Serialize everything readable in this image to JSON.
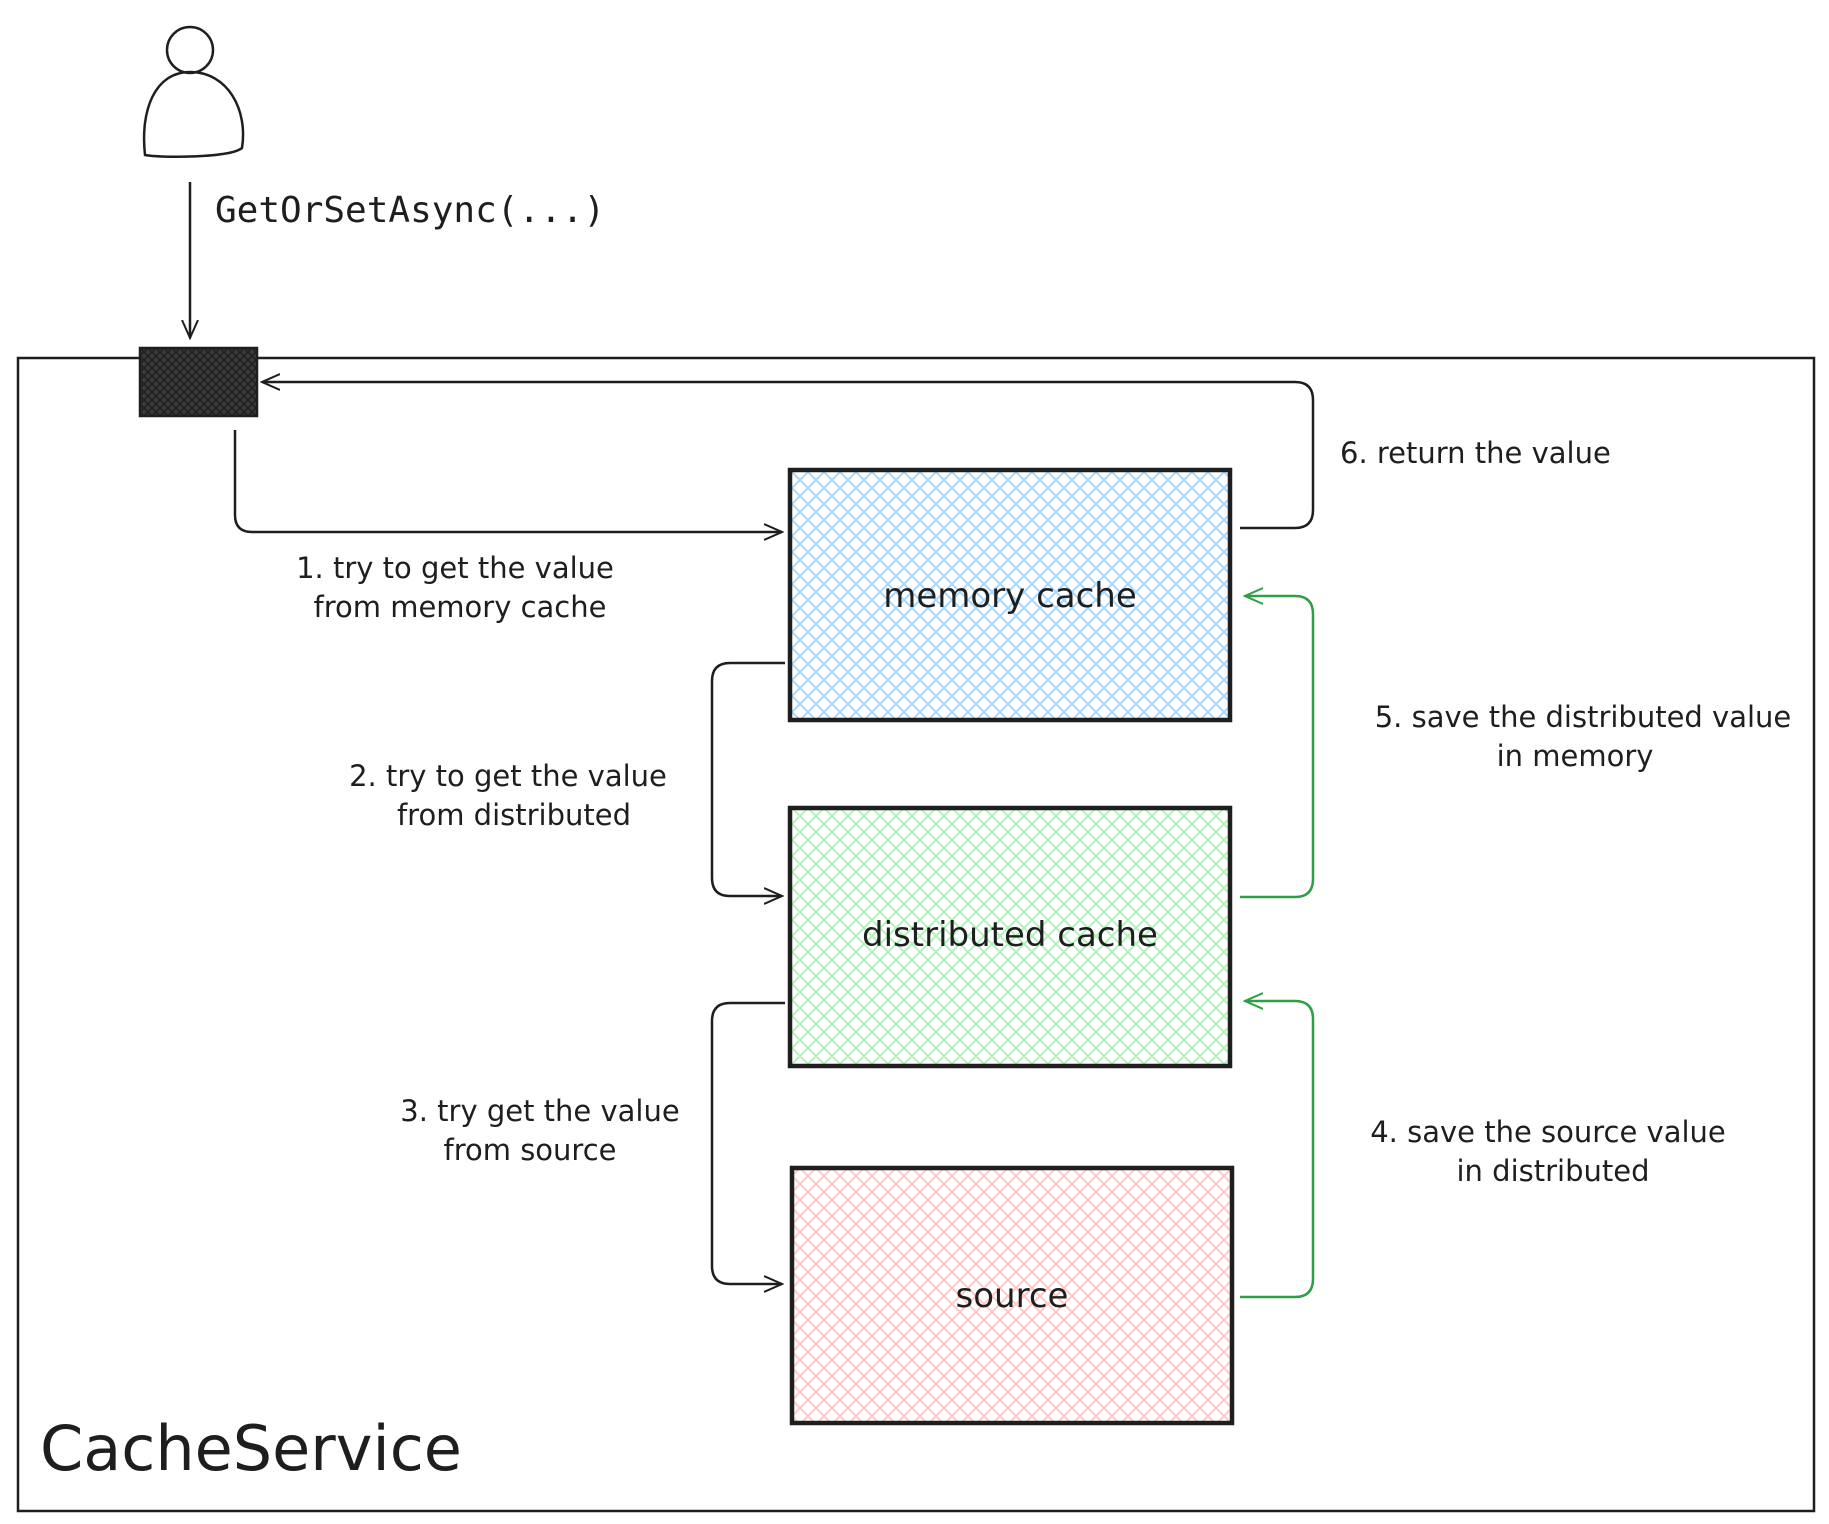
{
  "actor": {
    "call_label": "GetOrSetAsync(...)"
  },
  "container": {
    "label": "CacheService"
  },
  "boxes": {
    "memory": {
      "label": "memory cache",
      "color": "#a5d8ff"
    },
    "distributed": {
      "label": "distributed cache",
      "color": "#b2f2bb"
    },
    "source": {
      "label": "source",
      "color": "#ffc9c9"
    }
  },
  "steps": {
    "s1": {
      "line1": "1. try to get the value",
      "line2": "from memory cache"
    },
    "s2": {
      "line1": "2. try to get the value",
      "line2": "from distributed"
    },
    "s3": {
      "line1": "3. try get the value",
      "line2": "from source"
    },
    "s4": {
      "line1": "4. save the source value",
      "line2": "in distributed"
    },
    "s5": {
      "line1": "5. save the distributed value",
      "line2": "in memory"
    },
    "s6": {
      "line1": "6. return the value"
    }
  },
  "colors": {
    "stroke": "#1e1e1e",
    "save_arrow": "#2f9e44"
  }
}
